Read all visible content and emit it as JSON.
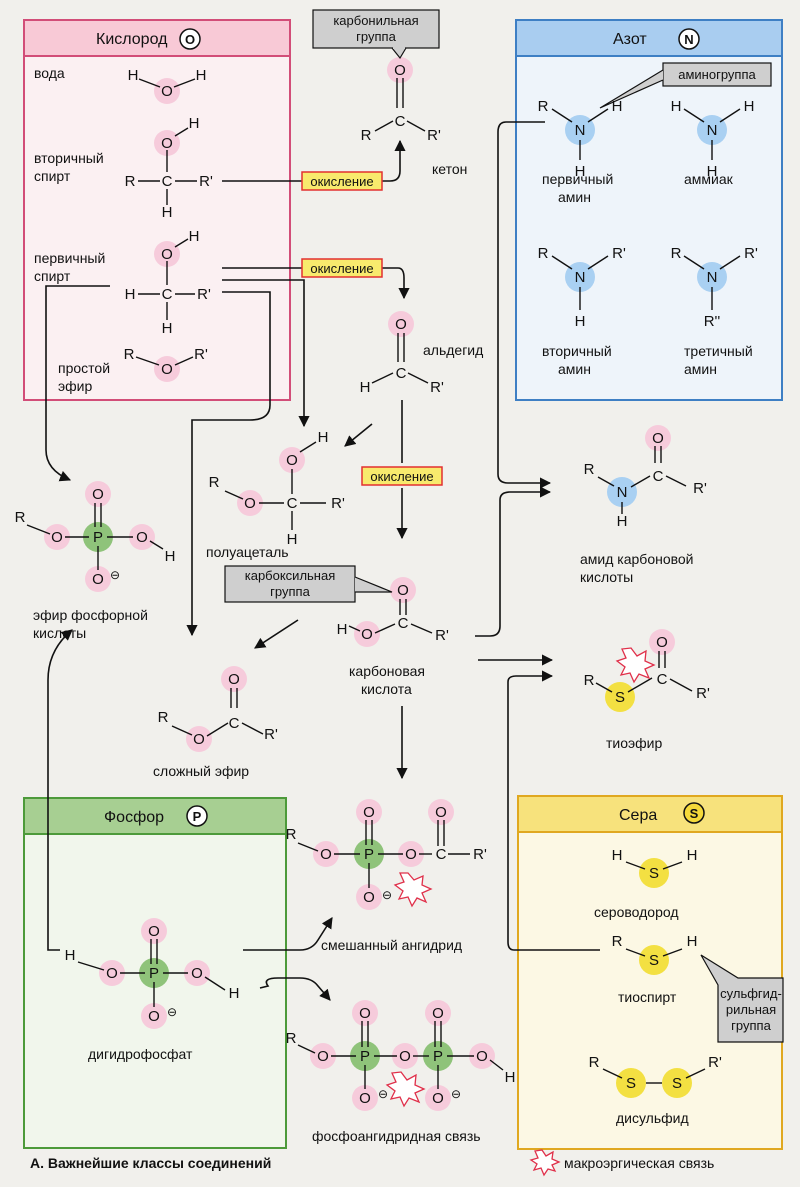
{
  "caption": "А. Важнейшие классы соединений",
  "legend": {
    "macroergic": "макроэргическая связь"
  },
  "boxes": {
    "oxygen": {
      "title": "Кислород",
      "symbol": "O"
    },
    "nitrogen": {
      "title": "Азот",
      "symbol": "N"
    },
    "phosphorus": {
      "title": "Фосфор",
      "symbol": "P"
    },
    "sulfur": {
      "title": "Сера",
      "symbol": "S"
    }
  },
  "callouts": {
    "carbonyl": {
      "line1": "карбонильная",
      "line2": "группа"
    },
    "amino": "аминогруппа",
    "carboxyl": {
      "line1": "карбоксильная",
      "line2": "группа"
    },
    "sulfhydryl": {
      "line1": "сульфгид-",
      "line2": "рильная",
      "line3": "группа"
    }
  },
  "labels": {
    "oxidation": "окисление",
    "water": "вода",
    "secondary_alcohol": [
      "вторичный",
      "спирт"
    ],
    "primary_alcohol": [
      "первичный",
      "спирт"
    ],
    "ether": [
      "простой",
      "эфир"
    ],
    "ketone": "кетон",
    "aldehyde": "альдегид",
    "hemiacetal": "полуацеталь",
    "carboxylic_acid": [
      "карбоновая",
      "кислота"
    ],
    "ester": "сложный эфир",
    "phosphate_ester": [
      "эфир фосфорной",
      "кислоты"
    ],
    "primary_amine": [
      "первичный",
      "амин"
    ],
    "ammonia": "аммиак",
    "secondary_amine": [
      "вторичный",
      "амин"
    ],
    "tertiary_amine": [
      "третичный",
      "амин"
    ],
    "amide": [
      "амид карбоновой",
      "кислоты"
    ],
    "thioester": "тиоэфир",
    "mixed_anhydride": "смешанный ангидрид",
    "dihydrophosphate": "дигидрофосфат",
    "phosphoanhydride_bond": "фосфоангидридная связь",
    "hydrogen_sulfide": "сероводород",
    "thiol": "тиоспирт",
    "disulfide": "дисульфид"
  },
  "atom_letters": [
    "H",
    "O",
    "C",
    "R",
    "R'",
    "R''",
    "N",
    "P",
    "S"
  ],
  "charge_sign": "⊖"
}
